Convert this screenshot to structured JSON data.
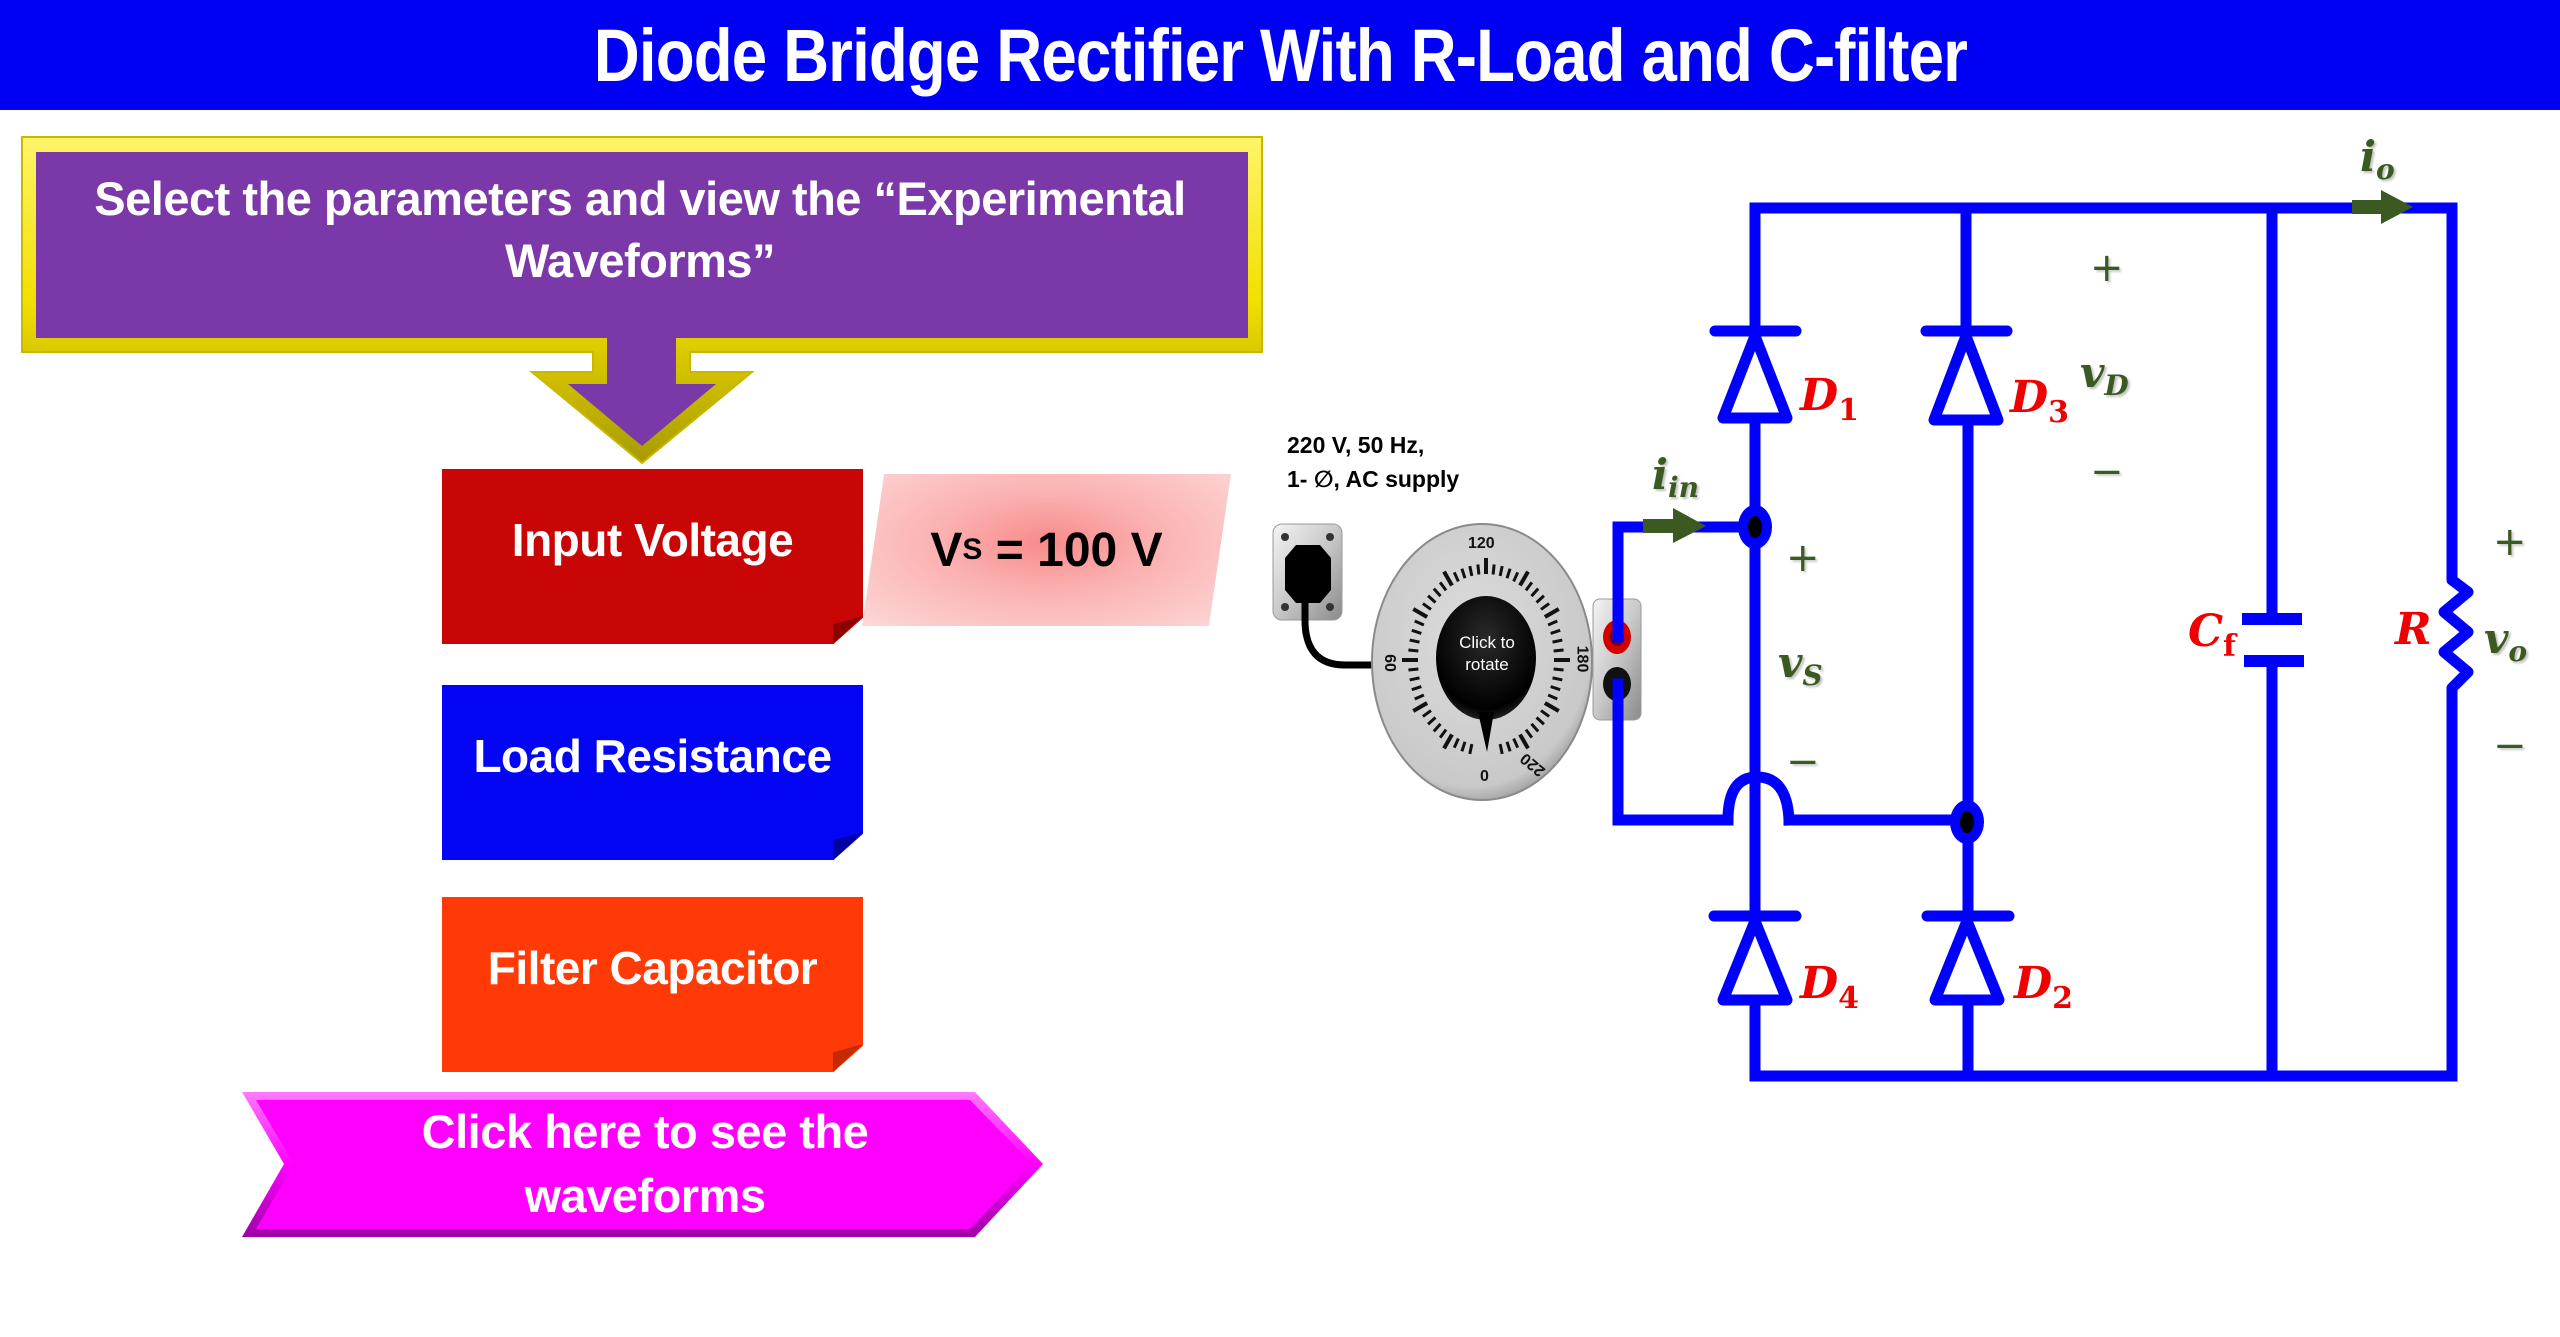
{
  "header": {
    "title": "Diode Bridge Rectifier With R-Load and C-filter"
  },
  "colors": {
    "header_bg": "#0000f5",
    "callout_fill": "#7a38a8",
    "callout_border": "#f2e800",
    "wire": "#0000ff",
    "diode_label": "#f00000",
    "quantity_label": "#3b5a22",
    "input_voltage_button": "#c80606",
    "load_resistance_button": "#0505f5",
    "filter_capacitor_button": "#ff3a06",
    "waveform_button": "#ff00ff"
  },
  "instructions": {
    "line1": "Select the parameters and view the “Experimental",
    "line2": "Waveforms”"
  },
  "parameters": {
    "input_voltage": {
      "label": "Input Voltage",
      "display_symbol": "V",
      "display_subscript": "S",
      "display_value": "= 100 V"
    },
    "load_resistance": {
      "label": "Load Resistance"
    },
    "filter_capacitor": {
      "label": "Filter Capacitor"
    }
  },
  "waveform_button": {
    "line1": "Click here to see the",
    "line2": "waveforms"
  },
  "supply": {
    "line1": "220 V, 50 Hz,",
    "line2": "1- ∅, AC supply",
    "icon": "wall-socket-icon"
  },
  "autotransformer": {
    "knob_line1": "Click to",
    "knob_line2": "rotate",
    "scale_labels": [
      "0",
      "60",
      "120",
      "180",
      "220"
    ],
    "pointer_value": "0"
  },
  "circuit": {
    "diodes": [
      {
        "name": "D",
        "sub": "1"
      },
      {
        "name": "D",
        "sub": "3"
      },
      {
        "name": "D",
        "sub": "4"
      },
      {
        "name": "D",
        "sub": "2"
      }
    ],
    "capacitor": {
      "name": "C",
      "sub": "f"
    },
    "resistor": {
      "name": "R"
    },
    "currents": {
      "input": {
        "sym": "i",
        "sub": "in"
      },
      "output": {
        "sym": "i",
        "sub": "o"
      }
    },
    "voltages": {
      "source": {
        "sym": "v",
        "sub": "S",
        "plus": "+",
        "minus": "−"
      },
      "diode": {
        "sym": "v",
        "sub": "D",
        "plus": "+",
        "minus": "−"
      },
      "output": {
        "sym": "v",
        "sub": "o",
        "plus": "+",
        "minus": "−"
      }
    }
  }
}
